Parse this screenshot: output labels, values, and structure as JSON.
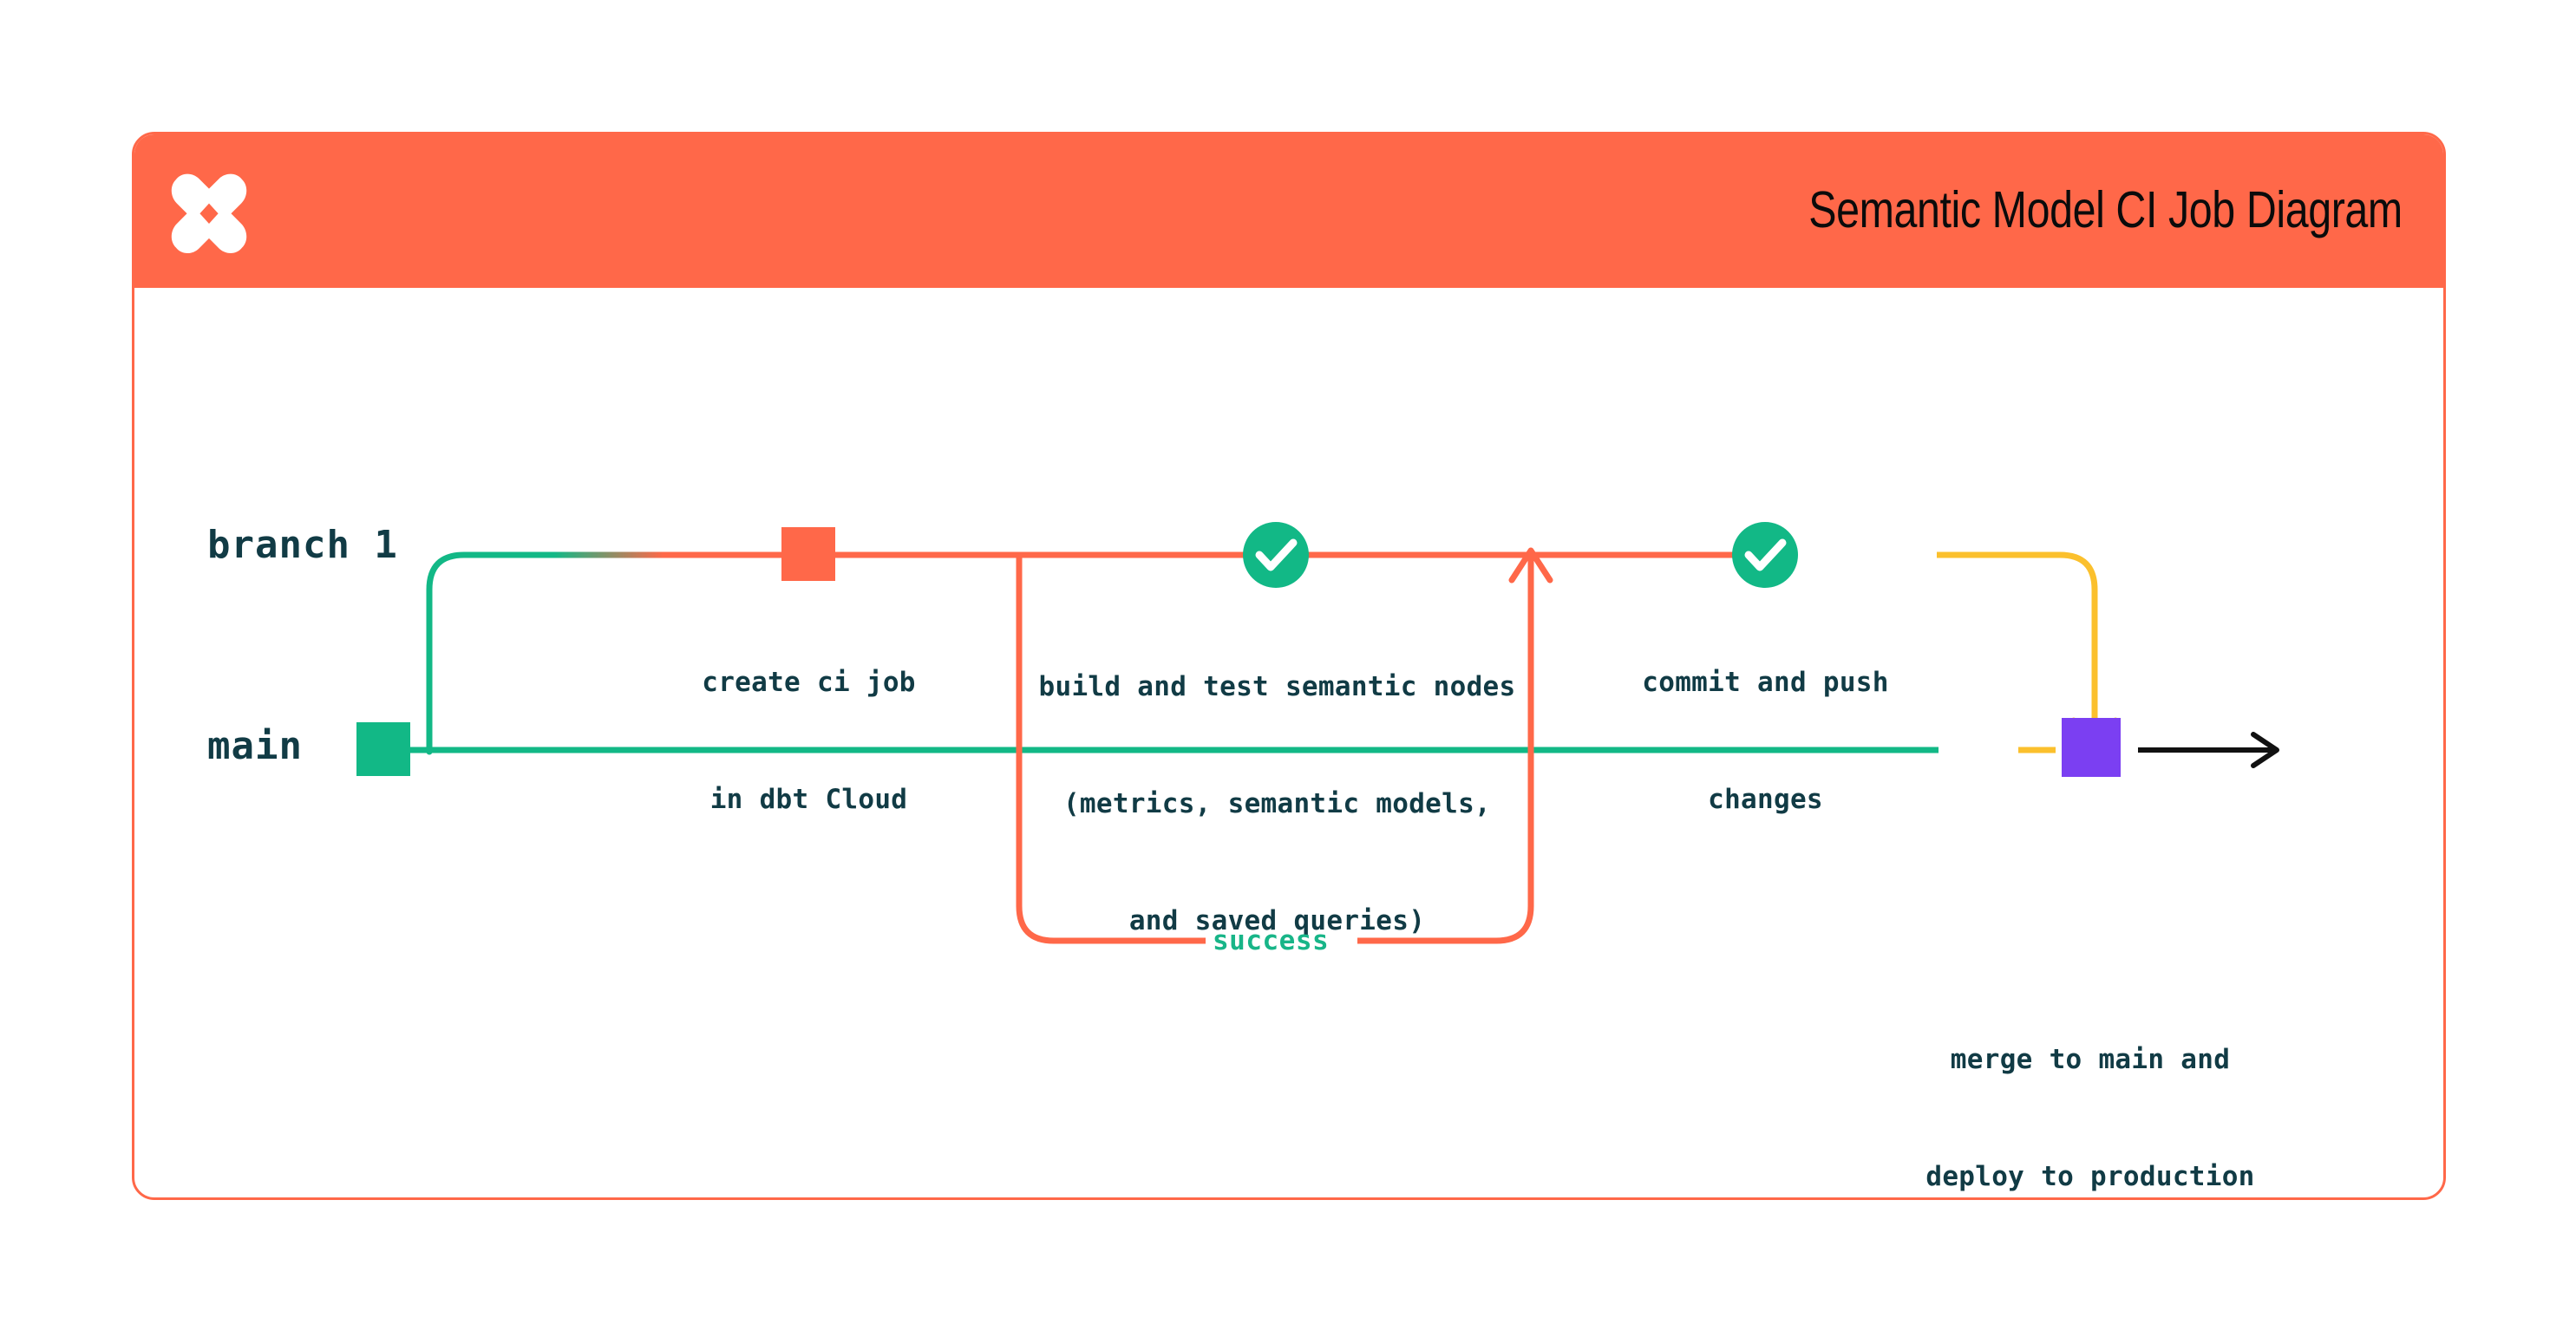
{
  "header": {
    "title": "Semantic Model CI Job Diagram",
    "logo_icon": "dbt-x-logo-icon",
    "background_color": "#FF6849"
  },
  "theme": {
    "orange": "#FF6849",
    "green": "#12B886",
    "teal_label": "#113B45",
    "yellow": "#FBC02D",
    "purple": "#7B3FF2",
    "black": "#111111",
    "success_text": "#18B588"
  },
  "diagram": {
    "type": "git-branch-flow",
    "lanes": [
      {
        "id": "branch-1",
        "label": "branch 1",
        "color": "#FF6849"
      },
      {
        "id": "main",
        "label": "main",
        "color": "#12B886"
      }
    ],
    "nodes": [
      {
        "id": "create-ci-job",
        "lane": "branch-1",
        "marker": "square",
        "marker_color": "#FF6849",
        "caption_lines": [
          "create ci job",
          "in dbt Cloud"
        ]
      },
      {
        "id": "build-and-test",
        "lane": "branch-1",
        "marker": "check-circle",
        "marker_color": "#12B886",
        "caption_lines": [
          "build and test semantic nodes",
          "(metrics, semantic models,",
          "and saved queries)"
        ]
      },
      {
        "id": "commit-and-push",
        "lane": "branch-1",
        "marker": "check-circle",
        "marker_color": "#12B886",
        "caption_lines": [
          "commit and push",
          "changes"
        ]
      },
      {
        "id": "merge-to-main",
        "lane": "main",
        "marker": "square",
        "marker_color": "#7B3FF2",
        "caption_lines": [
          "merge to main and",
          "deploy to production"
        ]
      }
    ],
    "edges": [
      {
        "id": "branch-out",
        "from": "main",
        "to": "branch-1",
        "style": "rounded-elbow",
        "color_from": "#12B886",
        "color_to": "#FF6849",
        "label": ""
      },
      {
        "id": "success-loop",
        "from": "build-and-test",
        "to": "build-and-test",
        "style": "rounded-loop-below",
        "color": "#FF6849",
        "label": "success",
        "arrowhead": "up"
      },
      {
        "id": "merge-back",
        "from": "branch-1",
        "to": "main",
        "style": "rounded-elbow",
        "color": "#FBC02D",
        "arrowhead": "down",
        "label": ""
      },
      {
        "id": "main-continues",
        "from": "merge-to-main",
        "to": "",
        "style": "straight",
        "color": "#111111",
        "arrowhead": "right",
        "label": ""
      }
    ]
  }
}
